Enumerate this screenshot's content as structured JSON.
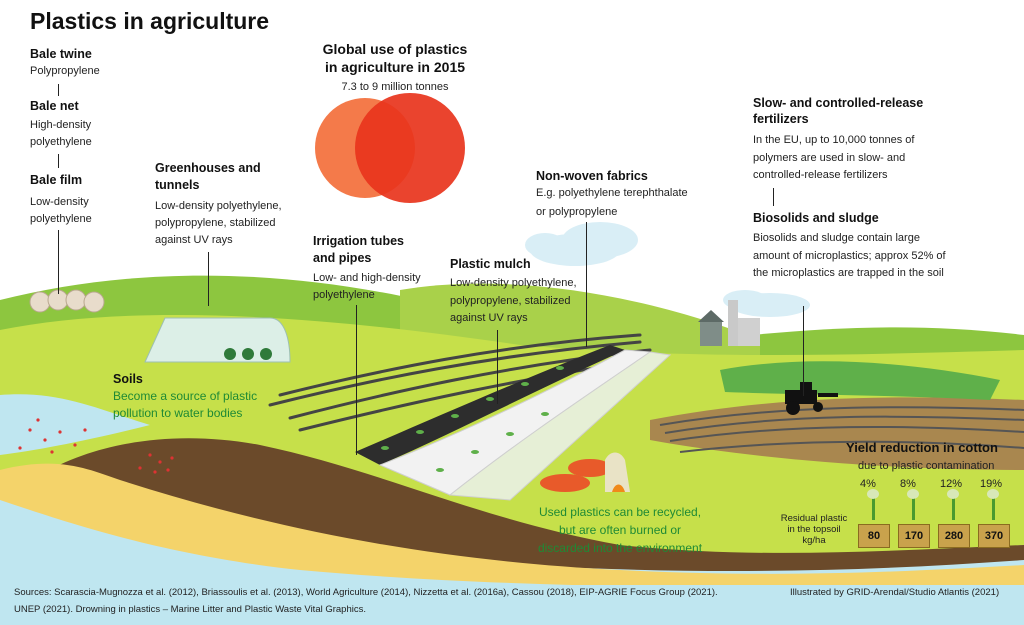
{
  "title": "Plastics in agriculture",
  "bale": {
    "twine_title": "Bale twine",
    "twine_material": "Polypropylene",
    "net_title": "Bale net",
    "net_material_1": "High-density",
    "net_material_2": "polyethylene",
    "film_title": "Bale film",
    "film_material_1": "Low-density",
    "film_material_2": "polyethylene"
  },
  "global_use": {
    "title_1": "Global use of plastics",
    "title_2": "in agriculture in 2015",
    "range": "7.3 to 9 million tonnes"
  },
  "greenhouses": {
    "title_1": "Greenhouses and",
    "title_2": "tunnels",
    "text_1": "Low-density polyethylene,",
    "text_2": "polypropylene, stabilized",
    "text_3": "against UV rays"
  },
  "irrigation": {
    "title_1": "Irrigation tubes",
    "title_2": "and pipes",
    "text_1": "Low- and high-density",
    "text_2": "polyethylene"
  },
  "mulch": {
    "title": "Plastic mulch",
    "text_1": "Low-density polyethylene,",
    "text_2": "polypropylene, stabilized",
    "text_3": "against UV rays"
  },
  "nonwoven": {
    "title": "Non-woven fabrics",
    "text_1": "E.g. polyethylene terephthalate",
    "text_2": "or polypropylene"
  },
  "fertilizers": {
    "title_1": "Slow- and controlled-release",
    "title_2": "fertilizers",
    "text_1": "In the EU, up to 10,000 tonnes of",
    "text_2": "polymers are used in slow- and",
    "text_3": "controlled-release fertilizers"
  },
  "biosolids": {
    "title": "Biosolids and sludge",
    "text_1": "Biosolids and sludge contain large",
    "text_2": "amount of microplastics; approx 52% of",
    "text_3": "the microplastics are trapped in the soil"
  },
  "soils": {
    "title": "Soils",
    "text_1": "Become a source of plastic",
    "text_2": "pollution to water bodies"
  },
  "recycle": {
    "text_1": "Used plastics can be recycled,",
    "text_2": "but are often burned or",
    "text_3": "discarded into the environment"
  },
  "yield": {
    "title": "Yield reduction in cotton",
    "subtitle": "due to plastic contamination",
    "residual_1": "Residual plastic",
    "residual_2": "in the topsoil",
    "residual_3": "kg/ha",
    "percents": [
      "4%",
      "8%",
      "12%",
      "19%"
    ],
    "amounts": [
      "80",
      "170",
      "280",
      "370"
    ]
  },
  "sources_1": "Sources: Scarascia-Mugnozza et al. (2012), Briassoulis et al. (2013), World Agriculture (2014), Nizzetta et al. (2016a), Cassou (2018), EIP-AGRIE Focus Group (2021).",
  "sources_2": "UNEP (2021). Drowning in plastics – Marine Litter and Plastic Waste Vital Graphics.",
  "credit": "Illustrated by GRID-Arendal/Studio Atlantis (2021)",
  "colors": {
    "grass_light": "#c6e04a",
    "grass_dark": "#8dc63f",
    "water": "#bfe6f0",
    "soil": "#6b4a2a",
    "sand": "#f4d36a",
    "circle_small": "#f47a4a",
    "circle_large": "#e8341c"
  }
}
